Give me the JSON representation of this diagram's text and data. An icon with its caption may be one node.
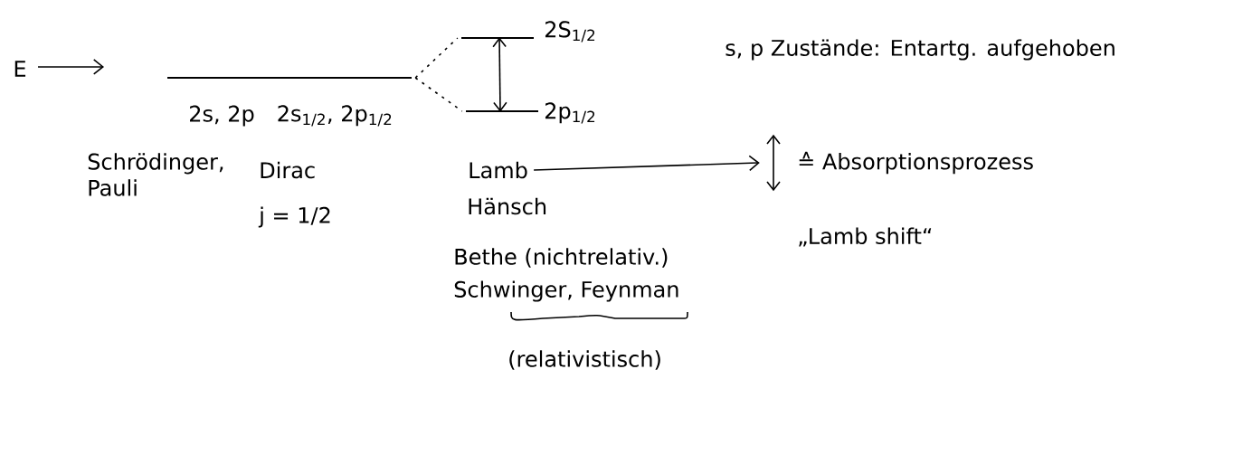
{
  "diagram": {
    "nodes": [
      {
        "text": [],
        "shape": "bar",
        "beside": [
          "2s, 2p",
          "2s$_{1/2}$, 2p$_{1/2}$"
        ]
      },
      {
        "text": [],
        "shape": "bar",
        "beside": [
          "2S$_{1/2}$"
        ]
      },
      {
        "text": [],
        "shape": "bar",
        "beside": [
          "2p$_{1/2}$"
        ]
      },
      {
        "text": [
          "Lamb"
        ]
      },
      {
        "text": [],
        "shape": "arrow"
      }
    ],
    "edges": [
      {
        "from": 0,
        "to": 1,
        "arrow": "none",
        "style": "dashed"
      },
      {
        "from": 0,
        "to": 2,
        "arrow": "none",
        "style": "dashed"
      },
      {
        "from": 1,
        "to": 2,
        "arrow": "both"
      },
      {
        "from": 3,
        "to": 4,
        "arrow": "to"
      }
    ],
    "labels": [
      "E",
      "s, p Zustände: Entartg. aufgehoben",
      "Schrödinger, Pauli",
      "Dirac",
      "j = 1/2",
      "Hänsch",
      "Bethe (nichtrelativ.)",
      "Schwinger, Feynman",
      "(relativistisch)",
      "≙ Absorptionsprozess",
      "„Lamb shift“"
    ]
  }
}
